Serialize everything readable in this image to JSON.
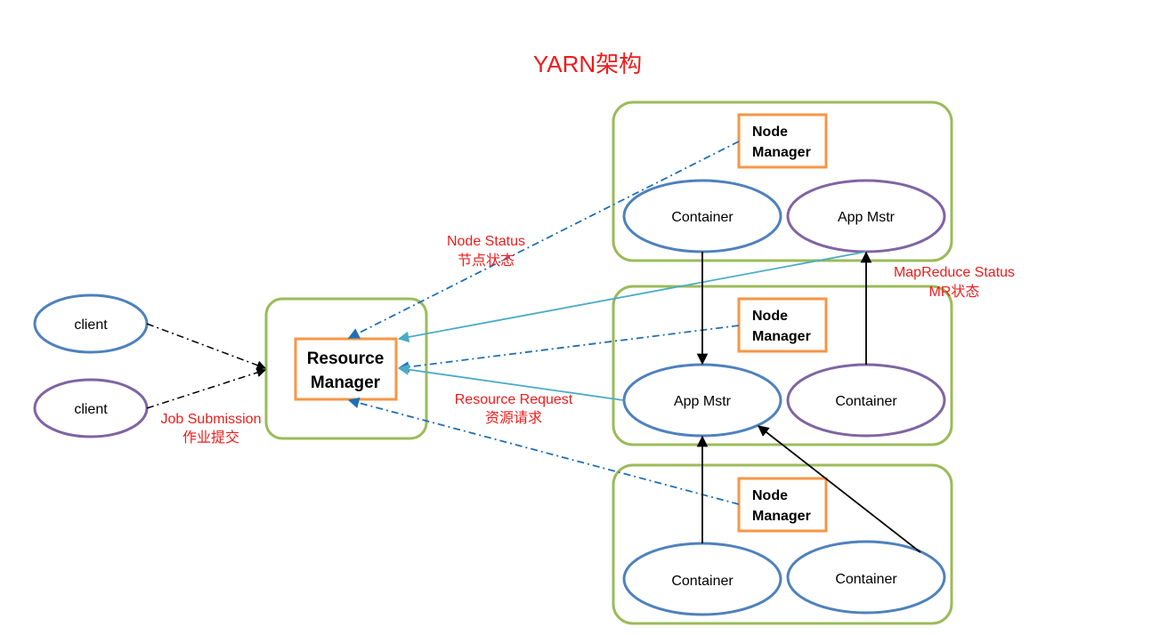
{
  "title": "YARN架构",
  "colors": {
    "title_red": "#ee1c1c",
    "group_border": "#9bbb59",
    "box_border": "#f79646",
    "ellipse_blue": "#4f81bd",
    "ellipse_purple": "#8064a2",
    "arrow_blue_dashed": "#1f6fb4",
    "arrow_teal": "#4bacc6",
    "arrow_black": "#000000"
  },
  "clients": [
    {
      "label": "client"
    },
    {
      "label": "client"
    }
  ],
  "resource_manager": {
    "line1": "Resource",
    "line2": "Manager"
  },
  "node_groups": [
    {
      "manager": {
        "line1": "Node",
        "line2": "Manager"
      },
      "left": {
        "label": "Container"
      },
      "right": {
        "label": "App Mstr"
      }
    },
    {
      "manager": {
        "line1": "Node",
        "line2": "Manager"
      },
      "left": {
        "label": "App Mstr"
      },
      "right": {
        "label": "Container"
      }
    },
    {
      "manager": {
        "line1": "Node",
        "line2": "Manager"
      },
      "left": {
        "label": "Container"
      },
      "right": {
        "label": "Container"
      }
    }
  ],
  "annotations": {
    "job_submission": {
      "en": "Job Submission",
      "zh": "作业提交"
    },
    "node_status": {
      "en": "Node Status",
      "zh": "节点状态"
    },
    "resource_request": {
      "en": "Resource Request",
      "zh": "资源请求"
    },
    "mapreduce_status": {
      "en": "MapReduce Status",
      "zh": "MR状态"
    }
  }
}
